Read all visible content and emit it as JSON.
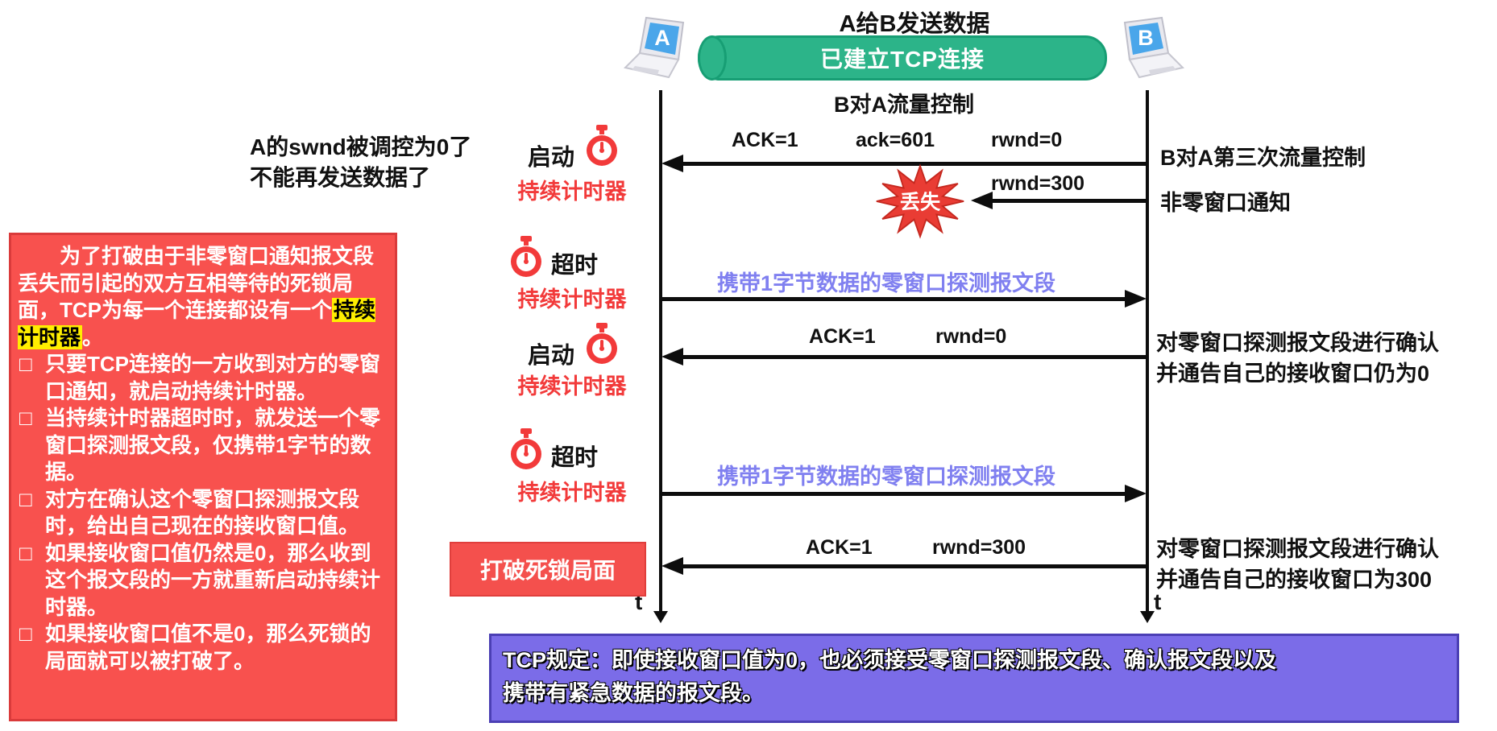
{
  "header": {
    "top_title": "A给B发送数据",
    "connection": "已建立TCP连接",
    "flow_title": "B对A流量控制"
  },
  "hosts": {
    "a": "A",
    "b": "B"
  },
  "swnd_note": {
    "line1": "A的swnd被调控为0了",
    "line2": "不能再发送数据了"
  },
  "timers": [
    {
      "action": "启动",
      "name": "持续计时器"
    },
    {
      "action": "超时",
      "name": "持续计时器"
    },
    {
      "action": "启动",
      "name": "持续计时器"
    },
    {
      "action": "超时",
      "name": "持续计时器"
    }
  ],
  "messages": {
    "msg1": {
      "f1": "ACK=1",
      "f2": "ack=601",
      "f3": "rwnd=0"
    },
    "msg2": {
      "f1": "rwnd=300",
      "lost": "丢失"
    },
    "probe": "携带1字节数据的零窗口探测报文段",
    "msg4": {
      "f1": "ACK=1",
      "f2": "rwnd=0"
    },
    "msg6": {
      "f1": "ACK=1",
      "f2": "rwnd=300"
    }
  },
  "right_notes": [
    {
      "line1": "B对A第三次流量控制",
      "line2": "非零窗口通知"
    },
    {
      "line1": "对零窗口探测报文段进行确认",
      "line2": "并通告自己的接收窗口仍为0"
    },
    {
      "line1": "对零窗口探测报文段进行确认",
      "line2": "并通告自己的接收窗口为300"
    }
  ],
  "deadlock_label": "打破死锁局面",
  "timeline": {
    "t": "t"
  },
  "info_box": {
    "intro_pre": "为了打破由于非零窗口通知报文段丢失而引起的双方互相等待的死锁局面，TCP为每一个连接都设有一个",
    "intro_highlight": "持续计时器",
    "intro_post": "。",
    "bullet_marker": "□",
    "bullets": [
      "只要TCP连接的一方收到对方的零窗口通知，就启动持续计时器。",
      "当持续计时器超时时，就发送一个零窗口探测报文段，仅携带1字节的数据。",
      "对方在确认这个零窗口探测报文段时，给出自己现在的接收窗口值。",
      "如果接收窗口值仍然是0，那么收到这个报文段的一方就重新启动持续计时器。",
      "如果接收窗口值不是0，那么死锁的局面就可以被打破了。"
    ]
  },
  "bottom_box": {
    "line1": "TCP规定：即使接收窗口值为0，也必须接受零窗口探测报文段、确认报文段以及",
    "line2": "携带有紧急数据的报文段。"
  },
  "colors": {
    "connection_green": "#2cb489",
    "accent_red": "#f23a3a",
    "info_box_red": "#f8514e",
    "probe_purple": "#8080f0",
    "rule_box_purple": "#7b6ce8",
    "highlight_yellow": "#ffee00",
    "screen_blue": "#4aa6ea"
  }
}
